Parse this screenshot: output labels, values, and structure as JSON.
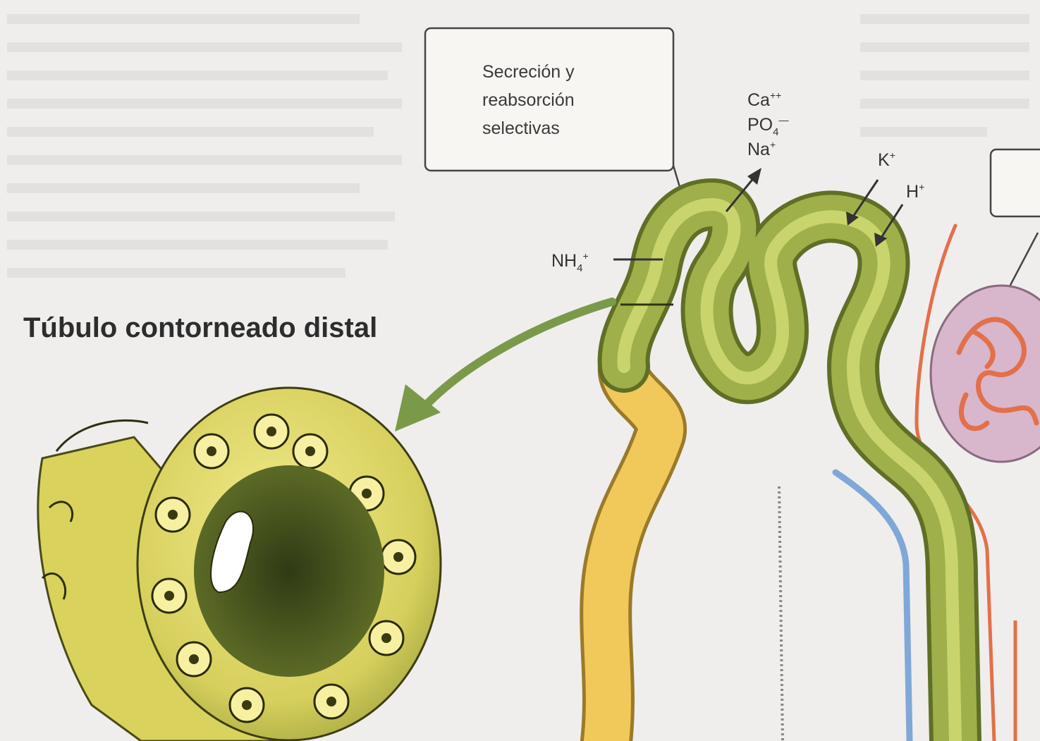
{
  "title": "Túbulo contorneado distal",
  "info_box": {
    "lines": [
      "Secreción y",
      "reabsorción",
      "selectivas"
    ]
  },
  "ions": {
    "ca": {
      "base": "Ca",
      "sup": "++"
    },
    "po4": {
      "base": "PO",
      "sub": "4",
      "sup": "—"
    },
    "na": {
      "base": "Na",
      "sup": "+"
    },
    "k": {
      "base": "K",
      "sup": "+"
    },
    "h": {
      "base": "H",
      "sup": "+"
    },
    "nh4": {
      "base": "NH",
      "sub": "4",
      "sup": "+"
    }
  },
  "colors": {
    "background": "#efeeec",
    "tubule_green": "#9fb04a",
    "tubule_yellow": "#f0c95a",
    "artery_red": "#e2704a",
    "vein_blue": "#7fa8d8",
    "glomerulus_capsule": "#d8b6cc",
    "arrow_green": "#7a9a4a"
  }
}
